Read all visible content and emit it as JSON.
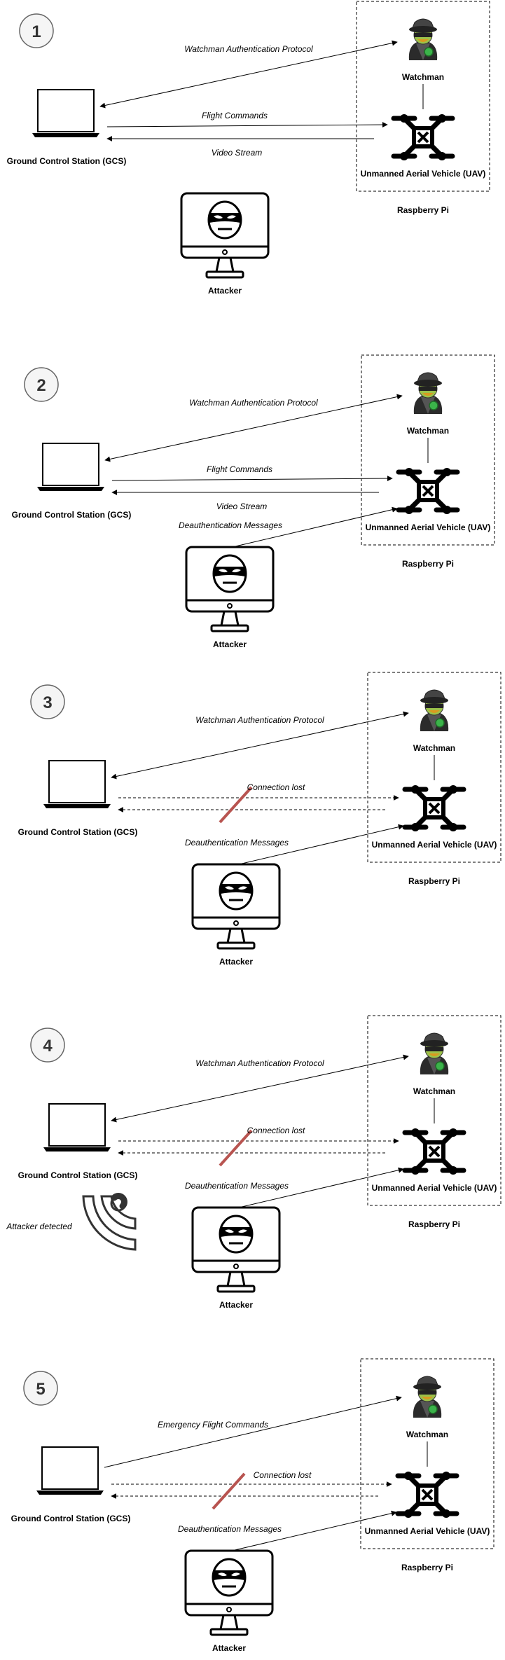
{
  "labels": {
    "gcs": "Ground Control Station (GCS)",
    "watchman": "Watchman",
    "uav": "Unmanned Aerial Vehicle (UAV)",
    "raspberry_pi": "Raspberry Pi",
    "attacker": "Attacker",
    "watchman_auth": "Watchman Authentication Protocol",
    "flight_commands": "Flight Commands",
    "video_stream": "Video Stream",
    "deauth": "Deauthentication Messages",
    "connection_lost": "Connection lost",
    "attacker_detected": "Attacker detected",
    "emergency_commands": "Emergency Flight Commands"
  },
  "panels": [
    {
      "number": "1"
    },
    {
      "number": "2"
    },
    {
      "number": "3"
    },
    {
      "number": "4"
    },
    {
      "number": "5"
    }
  ],
  "colors": {
    "stroke": "#000000",
    "broken_link": "#b85450",
    "step_circle_fill": "#f5f5f5",
    "step_circle_stroke": "#666666",
    "watchman_green": "#2ea043"
  }
}
